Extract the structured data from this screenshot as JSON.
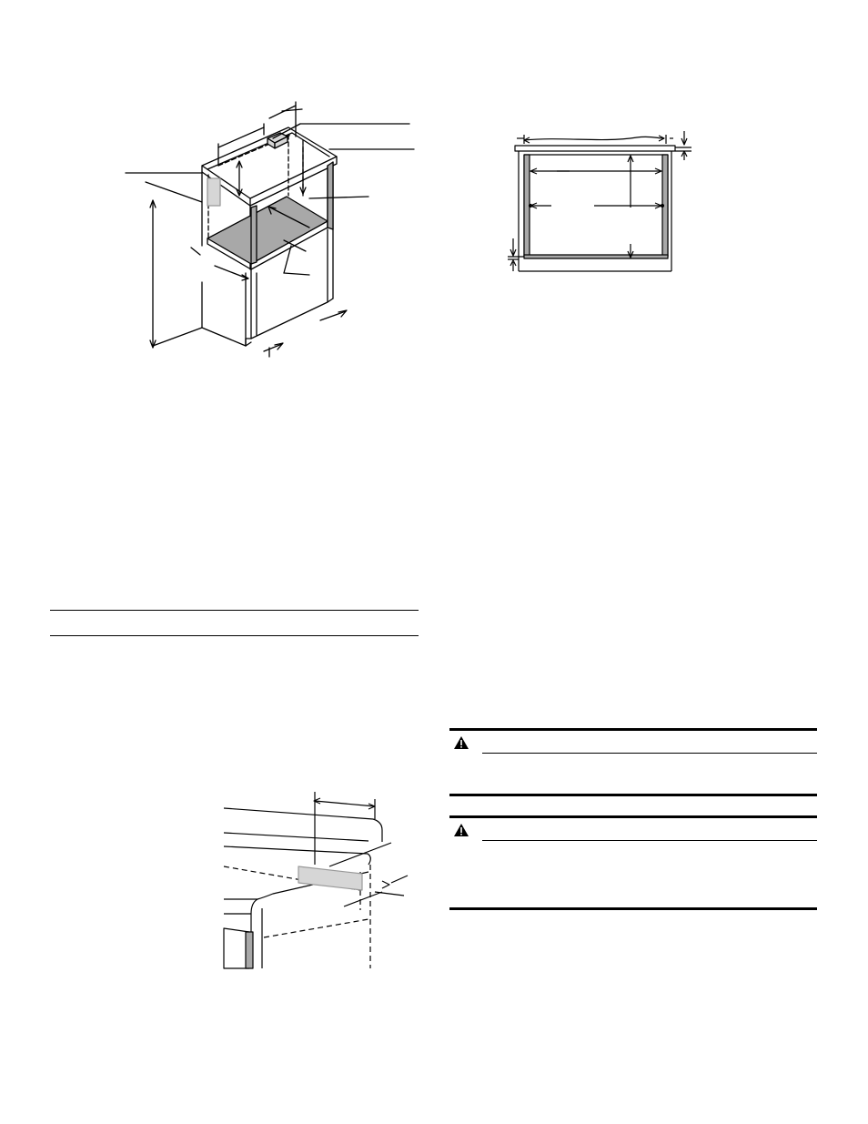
{
  "page": {
    "background": "#ffffff",
    "ink": "#000000",
    "shade_gray": "#a8a8a8",
    "light_gray": "#d6d6d6"
  },
  "left_column": {
    "figure_cabinet": {
      "icon": "cabinet-opening-diagram"
    },
    "divider_rules": 2,
    "figure_countertop": {
      "icon": "countertop-clearance-diagram"
    }
  },
  "right_column": {
    "figure_opening_front": {
      "icon": "opening-front-view-diagram"
    },
    "warning_boxes": [
      {
        "icon": "warning-triangle-icon"
      },
      {
        "icon": "warning-triangle-icon"
      }
    ]
  }
}
